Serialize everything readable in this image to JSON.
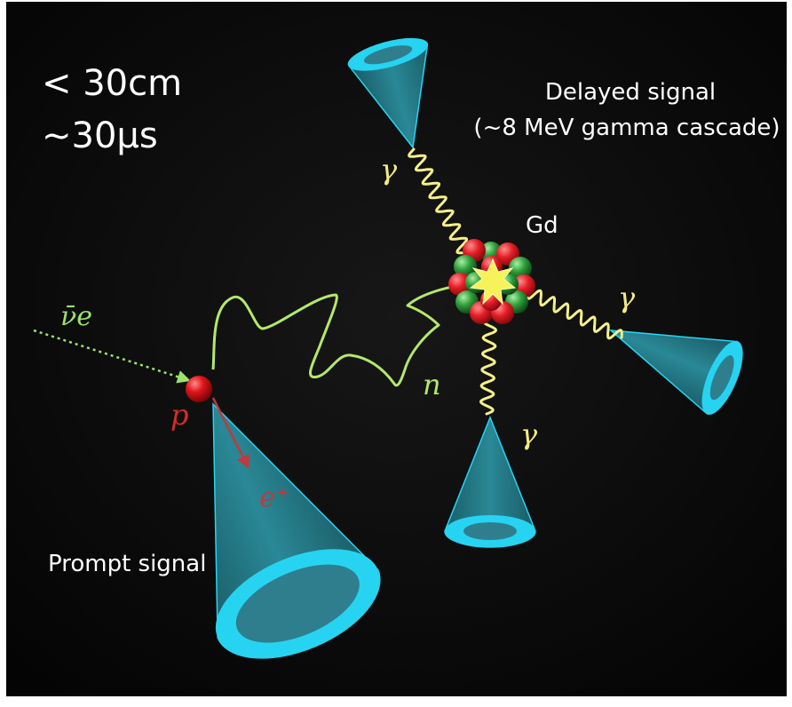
{
  "distance_label": "< 30cm",
  "time_label": "~30μs",
  "delayed_signal": {
    "line1": "Delayed signal",
    "line2": "(~8 MeV gamma cascade)"
  },
  "nucleus_label": "Gd",
  "neutrino_label": "ν̄e",
  "proton_label": "p",
  "positron_label": "e⁺",
  "neutron_label": "n",
  "gamma_labels": [
    "γ",
    "γ",
    "γ"
  ],
  "prompt_signal_label": "Prompt signal",
  "colors": {
    "background": "#000000",
    "cone_fill": "#1f6f7a",
    "cone_rim": "#26d4f2",
    "gamma_wave": "#f4f08a",
    "neutron_path": "#b4e86a",
    "neutrino_path": "#9be36a",
    "proton": "#e0151a",
    "positron_arrow": "#c0393b",
    "nucleon_red": "#e41e26",
    "nucleon_green": "#2f9e3c",
    "flash": "#f6f25a",
    "label_text": "#ffffff",
    "gamma_text": "#f2ec7c",
    "proton_text": "#d62c2c"
  }
}
